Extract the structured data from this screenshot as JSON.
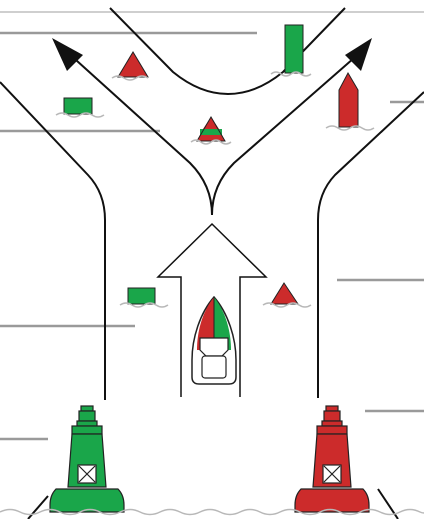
{
  "diagram": {
    "type": "channel-marker-buoys",
    "colors": {
      "green": "#1aa64a",
      "red": "#cc2b2b",
      "line": "#111111",
      "leader": "#9a9a9a",
      "water": "#b8b8b8",
      "outline": "#222222"
    },
    "markers": [
      {
        "kind": "can",
        "color": "green",
        "name": "green-can-top-right"
      },
      {
        "kind": "can",
        "color": "green",
        "name": "green-can-upper-left"
      },
      {
        "kind": "can",
        "color": "green",
        "name": "green-can-middle-left"
      },
      {
        "kind": "nun",
        "color": "red",
        "name": "red-nun-upper-left"
      },
      {
        "kind": "nun",
        "color": "red",
        "name": "red-nun-middle-right"
      },
      {
        "kind": "nun",
        "color": "red",
        "name": "red-nun-tall-right"
      },
      {
        "kind": "junction",
        "colors": [
          "red",
          "green"
        ],
        "name": "junction-buoy"
      },
      {
        "kind": "lighted",
        "color": "green",
        "name": "green-lighted-buoy"
      },
      {
        "kind": "lighted",
        "color": "red",
        "name": "red-lighted-buoy"
      }
    ],
    "leader_lines": 7,
    "labels": []
  }
}
